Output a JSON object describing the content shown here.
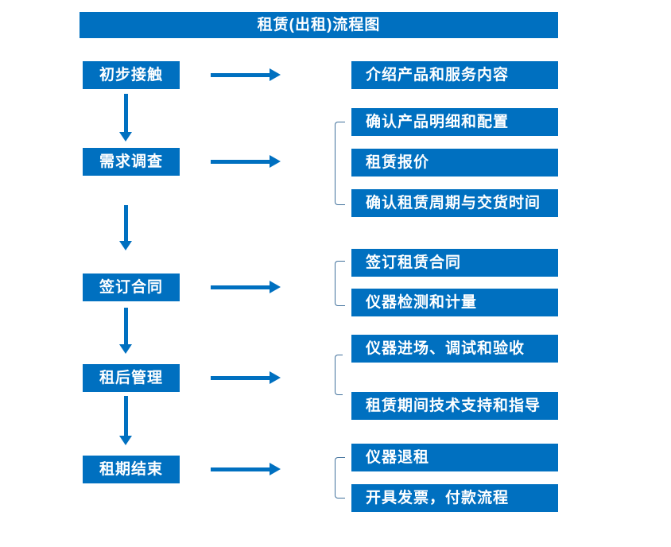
{
  "title": "租赁(出租)流程图",
  "colors": {
    "primary": "#0070C0",
    "bracket": "#41719C",
    "text": "#FFFFFF",
    "background": "#FFFFFF"
  },
  "diagram_type": "flowchart",
  "stages": [
    {
      "label": "初步接触",
      "outputs": [
        "介绍产品和服务内容"
      ]
    },
    {
      "label": "需求调查",
      "outputs": [
        "确认产品明细和配置",
        "租赁报价",
        "确认租赁周期与交货时间"
      ]
    },
    {
      "label": "签订合同",
      "outputs": [
        "签订租赁合同",
        "仪器检测和计量"
      ]
    },
    {
      "label": "租后管理",
      "outputs": [
        "仪器进场、调试和验收",
        "租赁期间技术支持和指导"
      ]
    },
    {
      "label": "租期结束",
      "outputs": [
        "仪器退租",
        "开具发票，付款流程"
      ]
    }
  ]
}
